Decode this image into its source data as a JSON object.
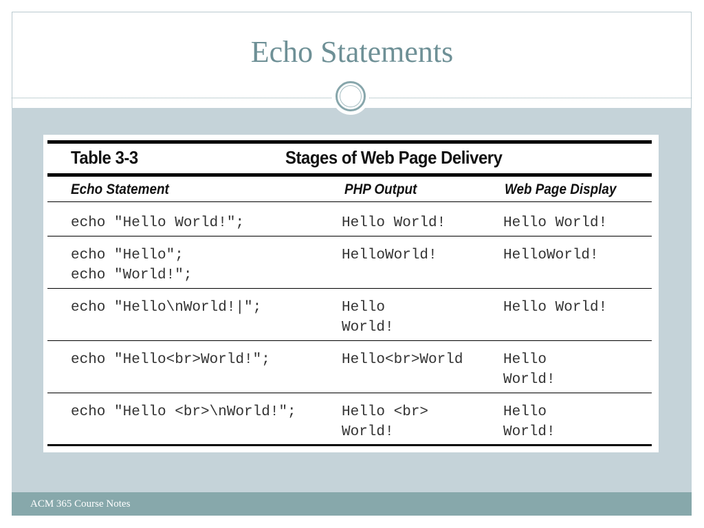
{
  "slide": {
    "title": "Echo Statements",
    "footer": "ACM 365 Course Notes"
  },
  "table": {
    "label": "Table 3-3",
    "caption": "Stages of Web Page Delivery",
    "headers": [
      "Echo Statement",
      "PHP Output",
      "Web Page Display"
    ],
    "rows": [
      {
        "statement": "echo \"Hello World!\";",
        "output": "Hello World!",
        "display": "Hello World!"
      },
      {
        "statement": "echo \"Hello\";\necho \"World!\";",
        "output": "HelloWorld!",
        "display": "HelloWorld!"
      },
      {
        "statement": "echo \"Hello\\nWorld!|\";",
        "output": "Hello\nWorld!",
        "display": "Hello World!"
      },
      {
        "statement": "echo \"Hello<br>World!\";",
        "output": "Hello<br>World",
        "display": "Hello\nWorld!"
      },
      {
        "statement": "echo \"Hello <br>\\nWorld!\";",
        "output": "Hello <br>\nWorld!",
        "display": "Hello\nWorld!"
      }
    ]
  }
}
